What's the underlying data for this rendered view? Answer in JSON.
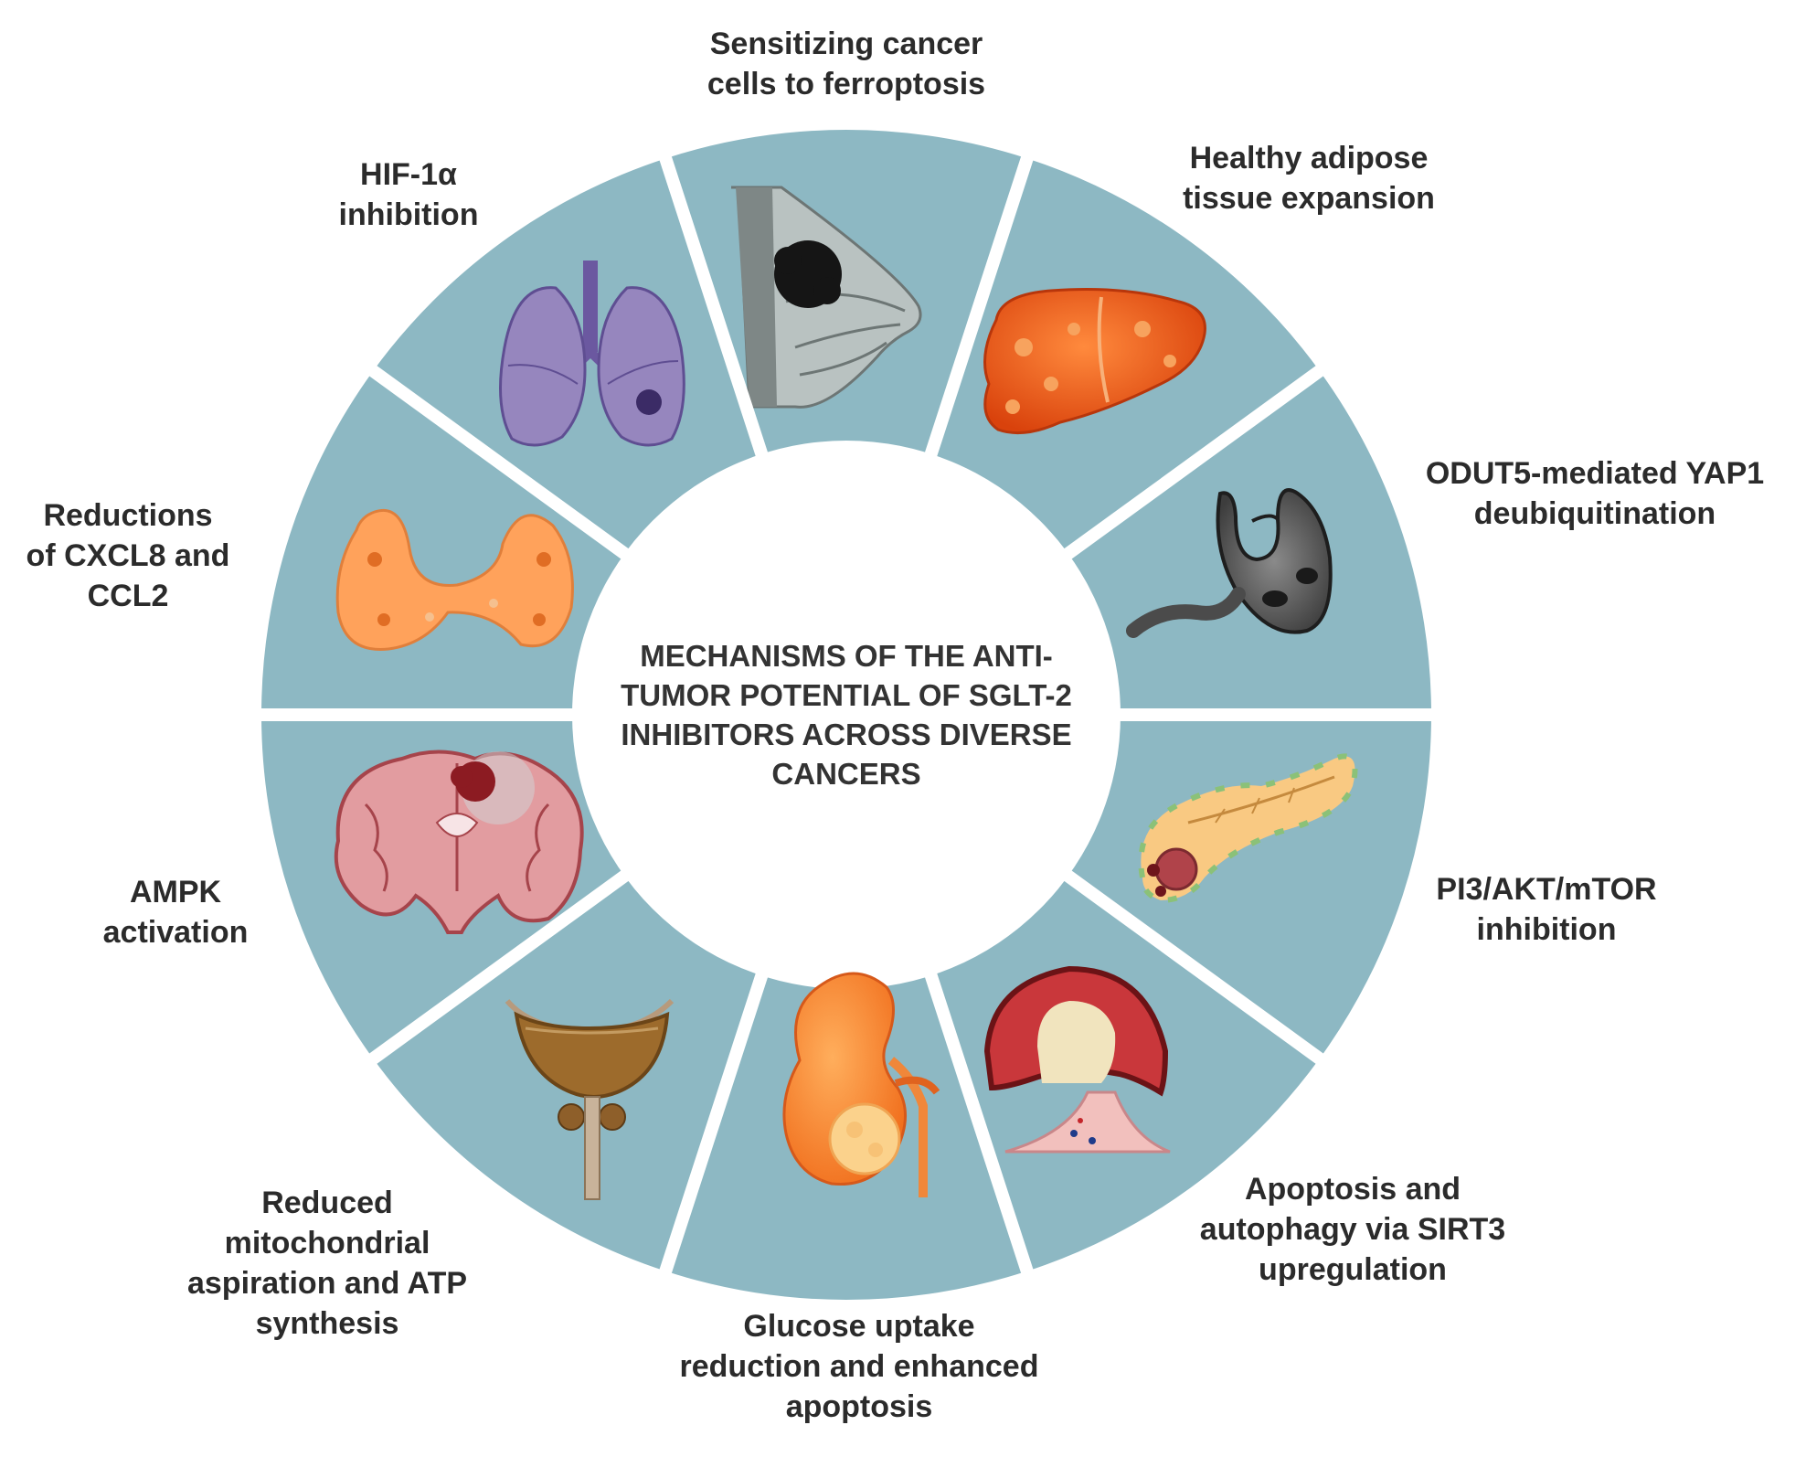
{
  "center_title": [
    "MECHANISMS OF THE ANTI-",
    "TUMOR POTENTIAL OF SGLT-2",
    "INHIBITORS ACROSS DIVERSE",
    "CANCERS"
  ],
  "colors": {
    "segment_fill": "#8db8c3",
    "segment_gap": "#ffffff",
    "center_fill": "#ffffff",
    "text": "#2b2b2b"
  },
  "segments": [
    {
      "organ": "breast-icon",
      "label": [
        "Sensitizing cancer",
        "cells to ferroptosis"
      ]
    },
    {
      "organ": "liver-icon",
      "label": [
        "Healthy adipose",
        "tissue expansion"
      ]
    },
    {
      "organ": "stomach-icon",
      "label": [
        "ODUT5-mediated YAP1",
        "deubiquitination"
      ]
    },
    {
      "organ": "pancreas-icon",
      "label": [
        "PI3/AKT/mTOR",
        "inhibition"
      ]
    },
    {
      "organ": "skin-tumor-icon",
      "label": [
        "Apoptosis and",
        "autophagy via SIRT3",
        "upregulation"
      ]
    },
    {
      "organ": "kidney-icon",
      "label": [
        "Glucose uptake",
        "reduction and enhanced",
        "apoptosis"
      ]
    },
    {
      "organ": "bladder-prostate-icon",
      "label": [
        "Reduced",
        "mitochondrial",
        "aspiration and ATP",
        "synthesis"
      ]
    },
    {
      "organ": "brain-icon",
      "label": [
        "AMPK",
        "activation"
      ]
    },
    {
      "organ": "thyroid-icon",
      "label": [
        "Reductions",
        "of CXCL8 and",
        "CCL2"
      ]
    },
    {
      "organ": "lungs-icon",
      "label": [
        "HIF-1α",
        "inhibition"
      ]
    }
  ]
}
